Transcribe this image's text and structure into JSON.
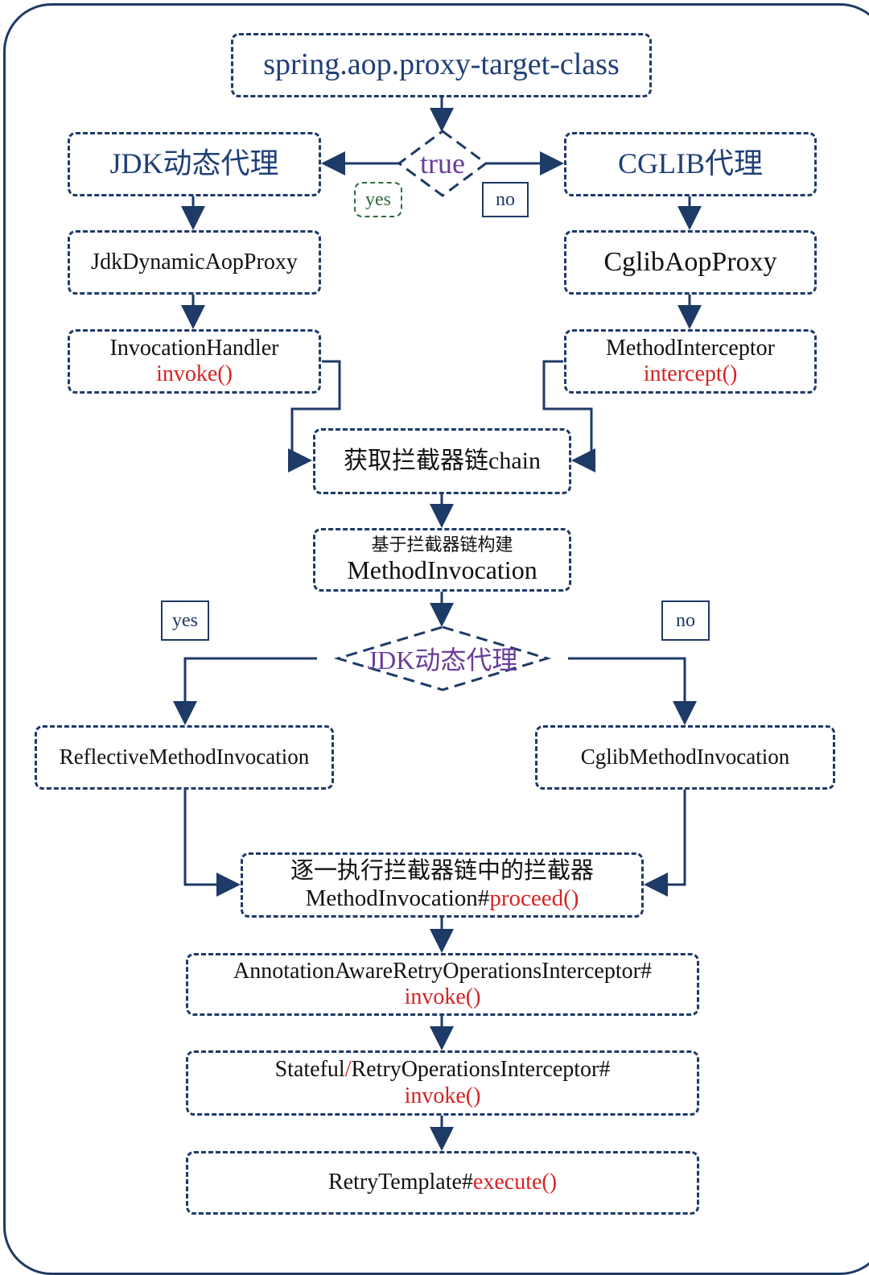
{
  "top": {
    "label": "spring.aop.proxy-target-class"
  },
  "decision1": {
    "label": "true",
    "yes": "yes",
    "no": "no"
  },
  "left_branch": {
    "proxy_type": "JDK动态代理",
    "proxy_class": "JdkDynamicAopProxy",
    "handler": "InvocationHandler",
    "handler_method": "invoke()"
  },
  "right_branch": {
    "proxy_type": "CGLIB代理",
    "proxy_class": "CglibAopProxy",
    "handler": "MethodInterceptor",
    "handler_method": "intercept()"
  },
  "chain": {
    "label": "获取拦截器链chain"
  },
  "build": {
    "line1": "基于拦截器链构建",
    "line2": "MethodInvocation"
  },
  "decision2": {
    "label": "JDK动态代理",
    "yes": "yes",
    "no": "no"
  },
  "left_invocation": {
    "label": "ReflectiveMethodInvocation"
  },
  "right_invocation": {
    "label": "CglibMethodInvocation"
  },
  "proceed": {
    "line1": "逐一执行拦截器链中的拦截器",
    "line2_prefix": "MethodInvocation#",
    "line2_method": "proceed()"
  },
  "annotation_interceptor": {
    "line1": "AnnotationAwareRetryOperationsInterceptor#",
    "line2": "invoke()"
  },
  "retry_interceptor": {
    "prefix": "Stateful",
    "slash": "/",
    "suffix": "RetryOperationsInterceptor#",
    "line2": "invoke()"
  },
  "retry_template": {
    "prefix": "RetryTemplate#",
    "method": "execute()"
  }
}
